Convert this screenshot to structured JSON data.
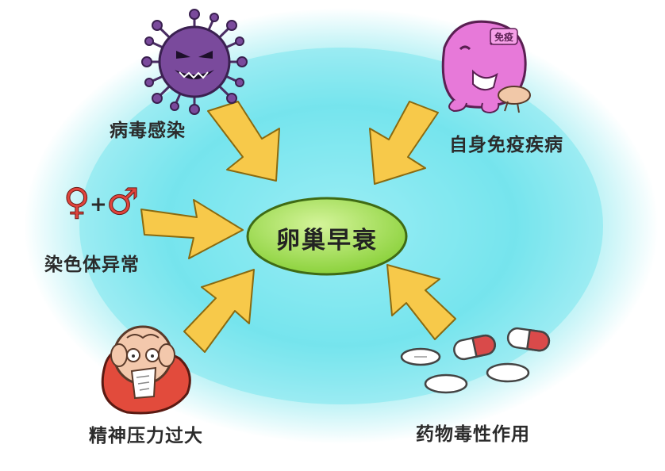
{
  "center": {
    "label": "卵巢早衰"
  },
  "causes": {
    "virus": "病毒感染",
    "autoimmune": "自身免疫疾病",
    "chromosome": "染色体异常",
    "stress": "精神压力过大",
    "drug": "药物毒性作用"
  },
  "symbols": {
    "female": "♀",
    "plus": "+",
    "male": "♂"
  },
  "badge": "免疫",
  "colors": {
    "background_blob": "#5fe0e8",
    "center_fill": "#9ddc4a",
    "arrow_fill": "#f7c94a",
    "virus_body": "#7a4a9c",
    "autoimmune_body": "#e779d9",
    "pill_red": "#d94a4a",
    "symbol_red": "#e0443c"
  },
  "icons": [
    "virus-icon",
    "autoimmune-monster-icon",
    "gender-symbols-icon",
    "stressed-person-icon",
    "pills-icon"
  ]
}
